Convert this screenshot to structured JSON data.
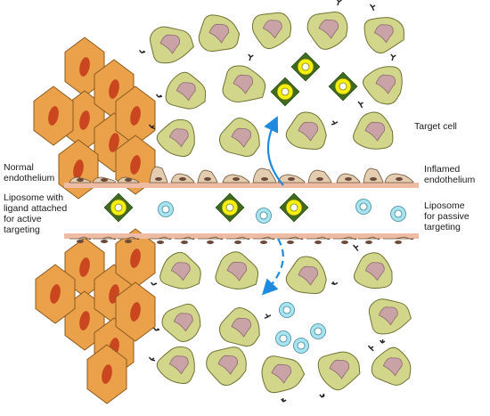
{
  "labels": {
    "normal_endothelium": "Normal\nendothelium",
    "liposome_ligand": "Liposome with\nligand attached\nfor active\ntargeting",
    "target_cell": "Target cell",
    "inflamed_endothelium": "Inflamed\nendothelium",
    "liposome_passive": "Liposome\nfor passive\ntargeting"
  },
  "colors": {
    "target_cell_fill": "#d2d68a",
    "target_cell_stroke": "#6f7232",
    "nucleus_fill": "#c9a3a5",
    "endothelial_cell_fill": "#eba14a",
    "endothelial_nucleus": "#c9461f",
    "endothelium_fill": "#e3ccaf",
    "vessel_wall": "#eebba5",
    "liposome_active": "#f4ef12",
    "ligand": "#3d6b1f",
    "liposome_passive": "#a9e3ef",
    "arrow": "#1f8be0"
  }
}
